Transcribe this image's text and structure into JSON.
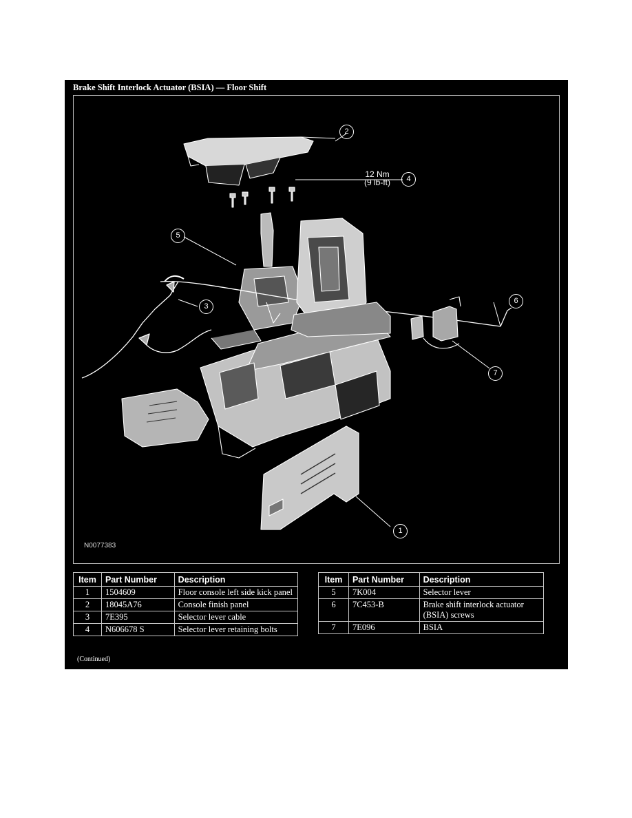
{
  "title": "Brake Shift Interlock Actuator (BSIA) — Floor Shift",
  "figure": {
    "id": "N0077383",
    "torque_line1": "12 Nm",
    "torque_line2": "(9 lb-ft)",
    "callouts": [
      "1",
      "2",
      "3",
      "4",
      "5",
      "6",
      "7"
    ]
  },
  "table_left": {
    "headers": [
      "Item",
      "Part Number",
      "Description"
    ],
    "rows": [
      {
        "item": "1",
        "part": "1504609",
        "desc": "Floor console left side kick panel"
      },
      {
        "item": "2",
        "part": "18045A76",
        "desc": "Console finish panel"
      },
      {
        "item": "3",
        "part": "7E395",
        "desc": "Selector lever cable"
      },
      {
        "item": "4",
        "part": "N606678 S",
        "desc": "Selector lever retaining bolts"
      }
    ]
  },
  "table_right": {
    "headers": [
      "Item",
      "Part Number",
      "Description"
    ],
    "rows": [
      {
        "item": "5",
        "part": "7K004",
        "desc": "Selector lever"
      },
      {
        "item": "6",
        "part": "7C453-B",
        "desc": "Brake shift interlock actuator (BSIA) screws"
      },
      {
        "item": "7",
        "part": "7E096",
        "desc": "BSIA"
      }
    ]
  },
  "continued": "(Continued)"
}
